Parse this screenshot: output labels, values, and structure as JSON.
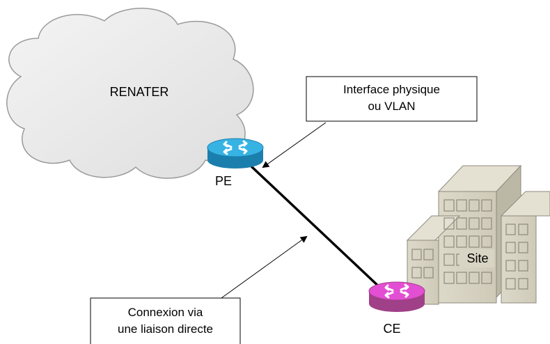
{
  "cloud": {
    "label": "RENATER"
  },
  "routers": {
    "pe": {
      "label": "PE",
      "color": "#2aa6d6"
    },
    "ce": {
      "label": "CE",
      "color": "#e040d0"
    }
  },
  "building": {
    "label": "Site",
    "color": "#d8d4c4"
  },
  "callouts": {
    "interface": {
      "line1": "Interface physique",
      "line2": "ou VLAN"
    },
    "connexion": {
      "line1": "Connexion via",
      "line2": "une liaison directe"
    }
  }
}
